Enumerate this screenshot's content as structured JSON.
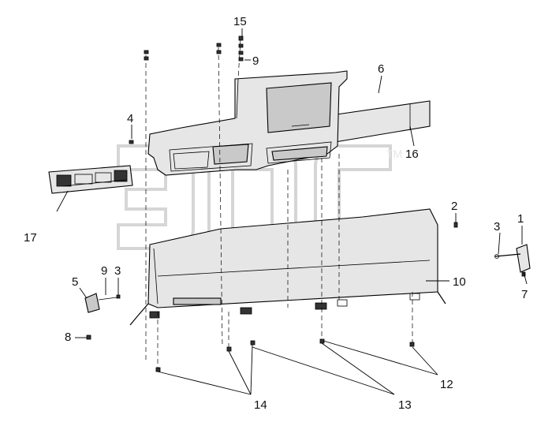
{
  "callouts": {
    "c1": "1",
    "c2": "2",
    "c3a": "3",
    "c3b": "3",
    "c4": "4",
    "c5": "5",
    "c6": "6",
    "c7": "7",
    "c8": "8",
    "c9a": "9",
    "c9b": "9",
    "c10": "10",
    "c12": "12",
    "c13": "13",
    "c14": "14",
    "c15": "15",
    "c16": "16",
    "c17": "17"
  },
  "watermark": {
    "logo_letters": "эпс",
    "trademark": "TM"
  }
}
